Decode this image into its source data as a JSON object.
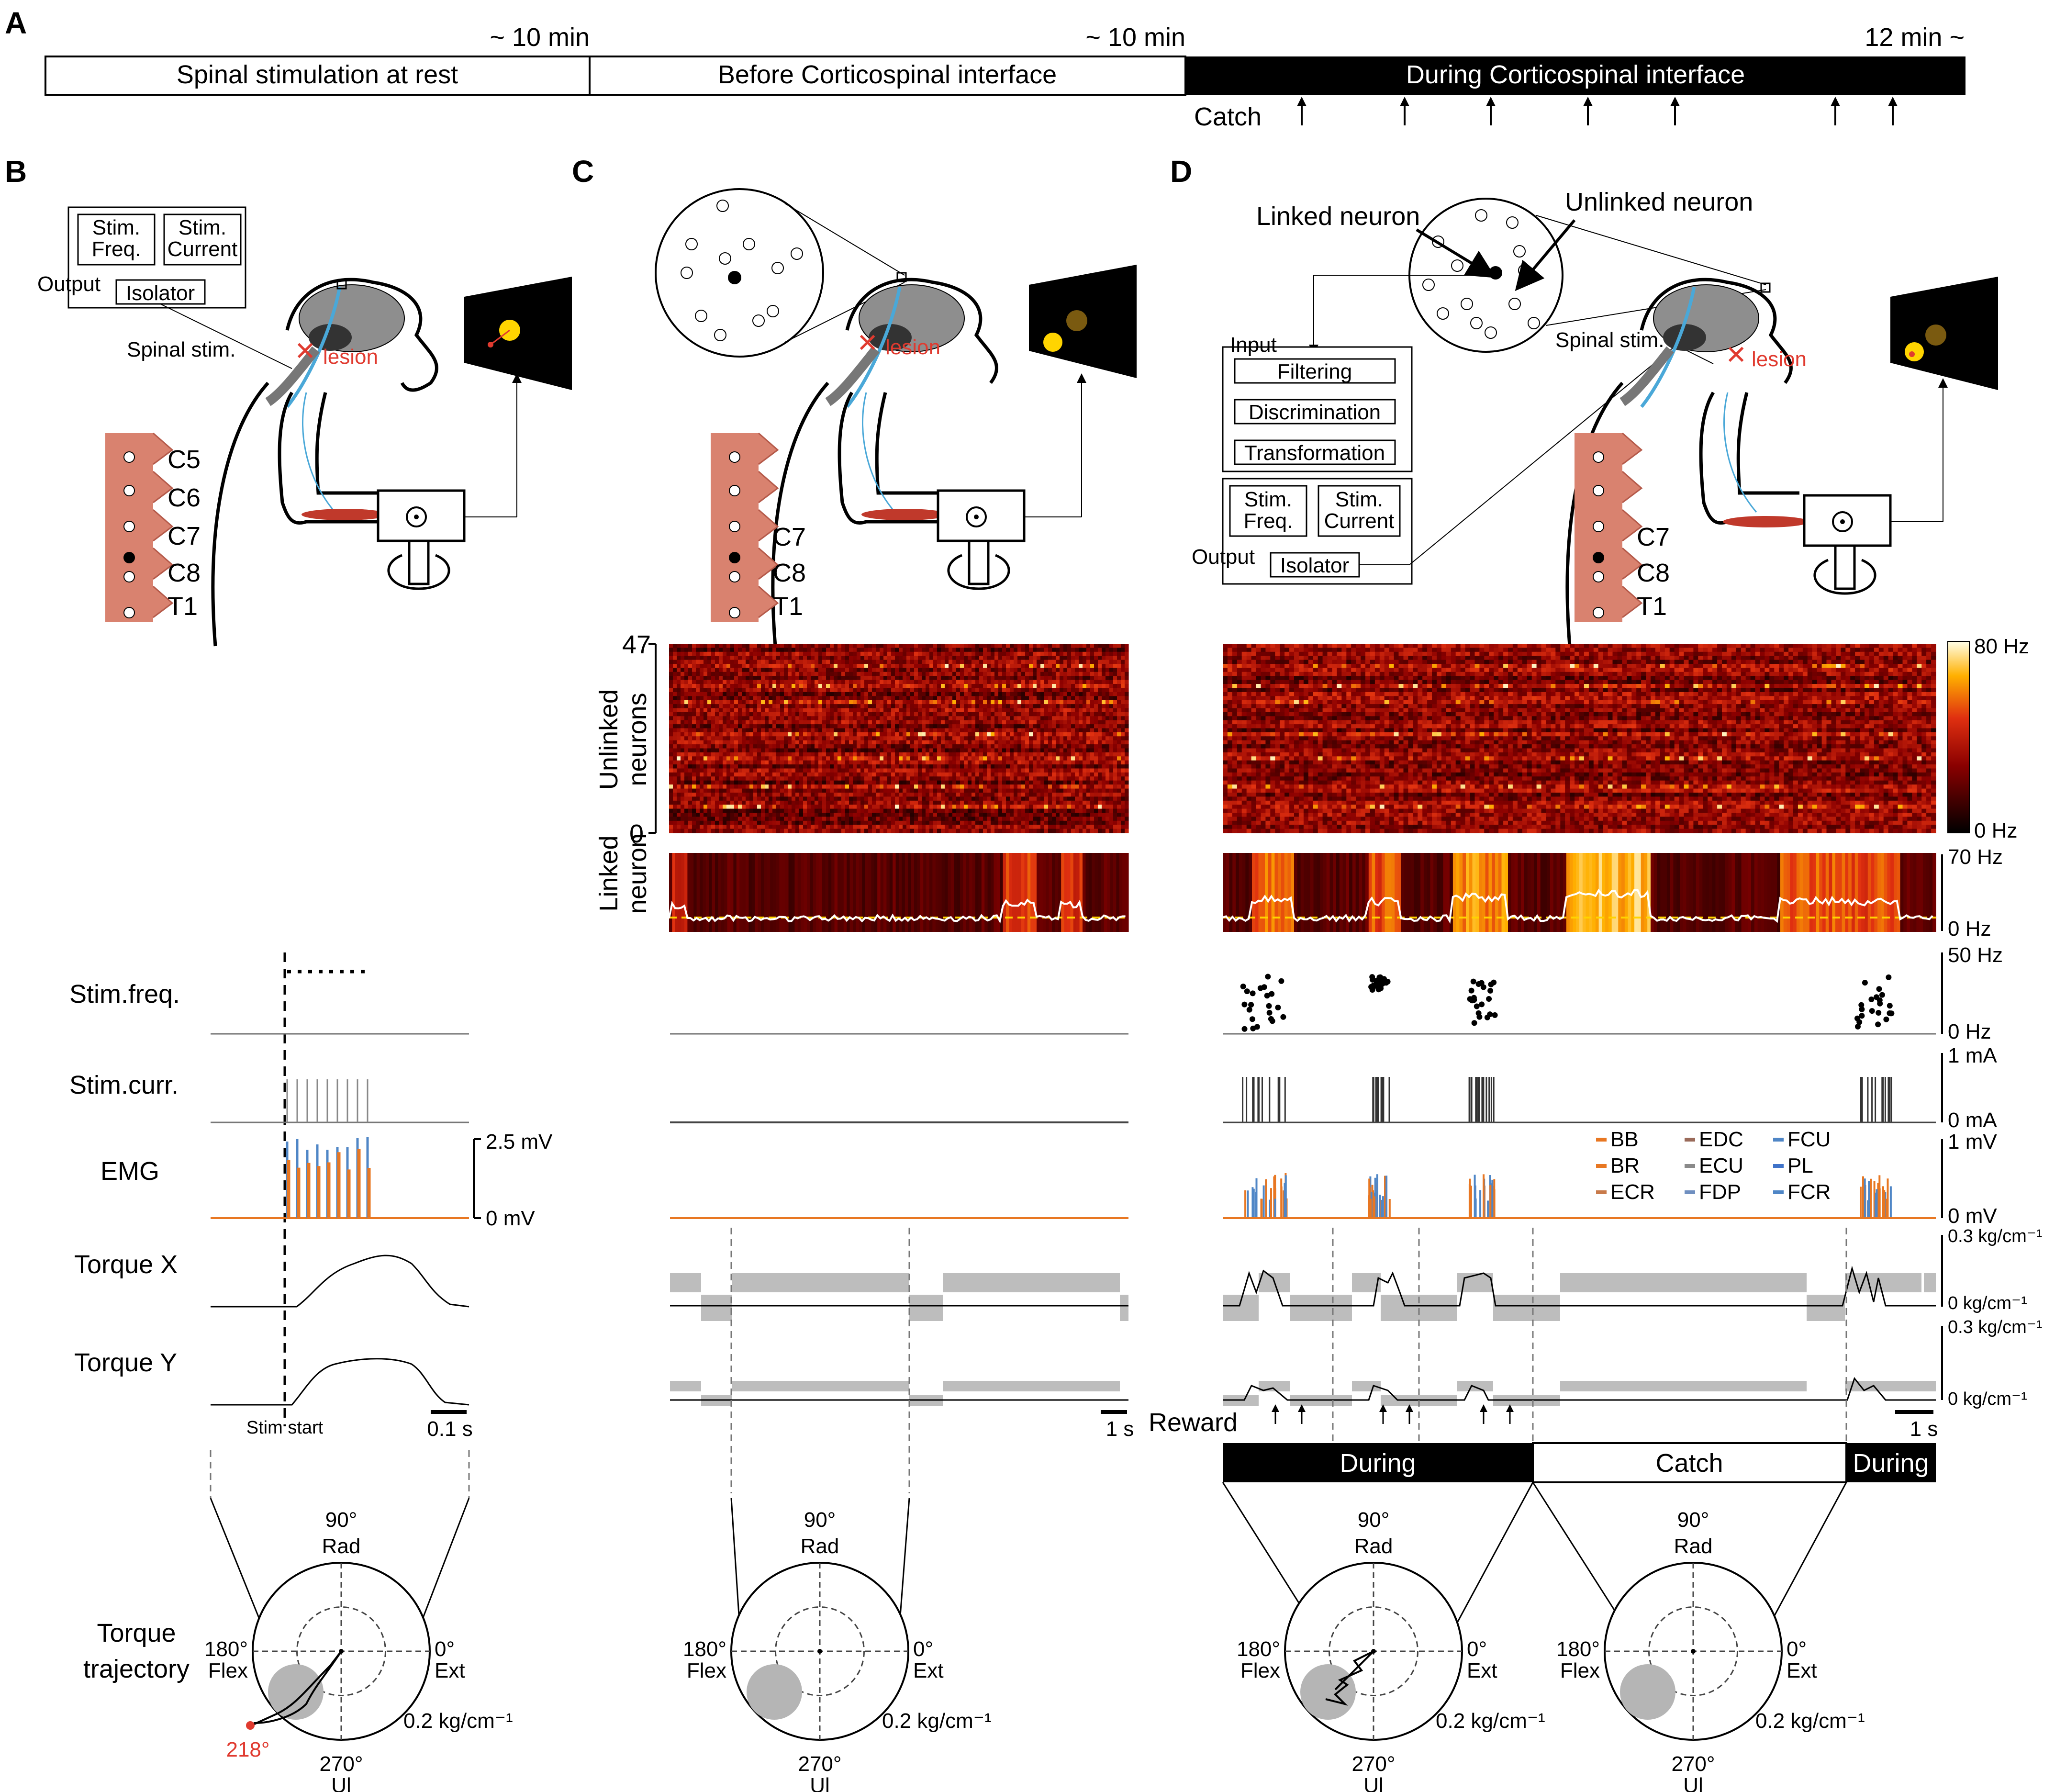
{
  "panels": {
    "a": "A",
    "b": "B",
    "c": "C",
    "d": "D"
  },
  "timeline": {
    "segments": [
      "Spinal stimulation at rest",
      "Before Corticospinal interface",
      "During Corticospinal interface"
    ],
    "durations": [
      "~ 10 min",
      "~ 10 min",
      "12 min ~"
    ],
    "catch_label": "Catch",
    "catch_arrow_count": 7
  },
  "schematic": {
    "stim_freq": "Stim.\nFreq.",
    "stim_current": "Stim.\nCurrent",
    "isolator": "Isolator",
    "output": "Output",
    "input": "Input",
    "spinal_stim": "Spinal stim.",
    "lesion": "lesion",
    "filtering": "Filtering",
    "discrimination": "Discrimination",
    "transformation": "Transformation",
    "linked_neuron": "Linked neuron",
    "unlinked_neuron": "Unlinked neuron",
    "vertebrae_b": [
      "C5",
      "C6",
      "C7",
      "C8",
      "T1"
    ],
    "vertebrae_cd": [
      "C7",
      "C8",
      "T1"
    ]
  },
  "traces": {
    "row_labels": [
      "Stim.freq.",
      "Stim.curr.",
      "EMG",
      "Torque X",
      "Torque Y",
      "Torque\ntrajectory"
    ],
    "unlinked_label": "Unlinked\nneurons",
    "linked_label": "Linked\nneuron",
    "neuron_axis": [
      "47",
      "0"
    ],
    "stim_start": "Stim start",
    "scale_b": "0.1 s",
    "scale_cd": "1 s",
    "emg_scale": [
      "2.5 mV",
      "0 mV"
    ],
    "reward": "Reward",
    "colorbar": [
      "80 Hz",
      "0 Hz"
    ],
    "linked_scale": [
      "70 Hz",
      "0 Hz"
    ],
    "freq_scale": [
      "50 Hz",
      "0 Hz"
    ],
    "curr_scale": [
      "1 mA",
      "0 mA"
    ],
    "emg_scale_d": [
      "1 mV",
      "0 mV"
    ],
    "torque_scale": [
      "0.3 kg/cm⁻¹",
      "0 kg/cm⁻¹"
    ],
    "emg_legend": [
      {
        "name": "BB",
        "color": "#e87722"
      },
      {
        "name": "EDC",
        "color": "#9a6a5a"
      },
      {
        "name": "FCU",
        "color": "#4f86c6"
      },
      {
        "name": "BR",
        "color": "#e87722"
      },
      {
        "name": "ECU",
        "color": "#8a8a8a"
      },
      {
        "name": "PL",
        "color": "#3f73c9"
      },
      {
        "name": "ECR",
        "color": "#c87a4a"
      },
      {
        "name": "FDP",
        "color": "#6f8fc0"
      },
      {
        "name": "FCR",
        "color": "#4f86c6"
      }
    ]
  },
  "conditions": [
    "During",
    "Catch",
    "During"
  ],
  "polar": {
    "top": "90°",
    "top2": "Rad",
    "left": "180°",
    "left2": "Flex",
    "right": "0°",
    "right2": "Ext",
    "bottom": "270°",
    "bottom2": "Ul",
    "scale": "0.2 kg/cm⁻¹",
    "angle_b": "218°"
  },
  "colors": {
    "lesion": "#e03a2f",
    "emg": "#e87722",
    "shade": "#bdbdbd",
    "threshold": "#ffd400"
  }
}
